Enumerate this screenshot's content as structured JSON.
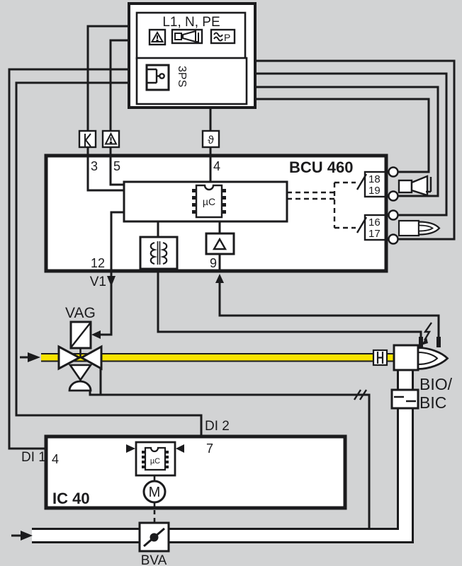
{
  "colors": {
    "background": "#d2d3d4",
    "line": "#1b1b1d",
    "box_fill": "#ffffff",
    "gas_pipe_yellow": "#f9e300"
  },
  "top_unit": {
    "power_terminals": "L1, N, PE",
    "pressure_switch": "3PS",
    "icons": [
      "warning-triangle-icon",
      "alarm-horn-icon",
      "air-pressure-icon",
      "switch-contact-icon"
    ]
  },
  "bcu": {
    "title": "BCU 460",
    "chip": "µC",
    "terminal_3": "3",
    "terminal_5": "5",
    "terminal_4": "4",
    "terminal_12": "12",
    "terminal_9": "9",
    "terminal_18": "18",
    "terminal_19": "19",
    "terminal_16": "16",
    "terminal_17": "17",
    "input_icons": [
      "reset-switch-icon",
      "fault-warning-icon",
      "temperature-theta-icon"
    ],
    "output_icons": [
      "alarm-horn-icon",
      "ignition-burner-icon"
    ]
  },
  "valve_line": {
    "v1": "V1",
    "vag": "VAG"
  },
  "burner": {
    "name_line1": "BIO/",
    "name_line2": "BIC"
  },
  "ic40": {
    "title": "IC 40",
    "chip": "µC",
    "motor": "M",
    "di1": "DI 1",
    "di2": "DI 2",
    "terminal_4": "4",
    "terminal_7": "7"
  },
  "bva": {
    "label": "BVA"
  }
}
